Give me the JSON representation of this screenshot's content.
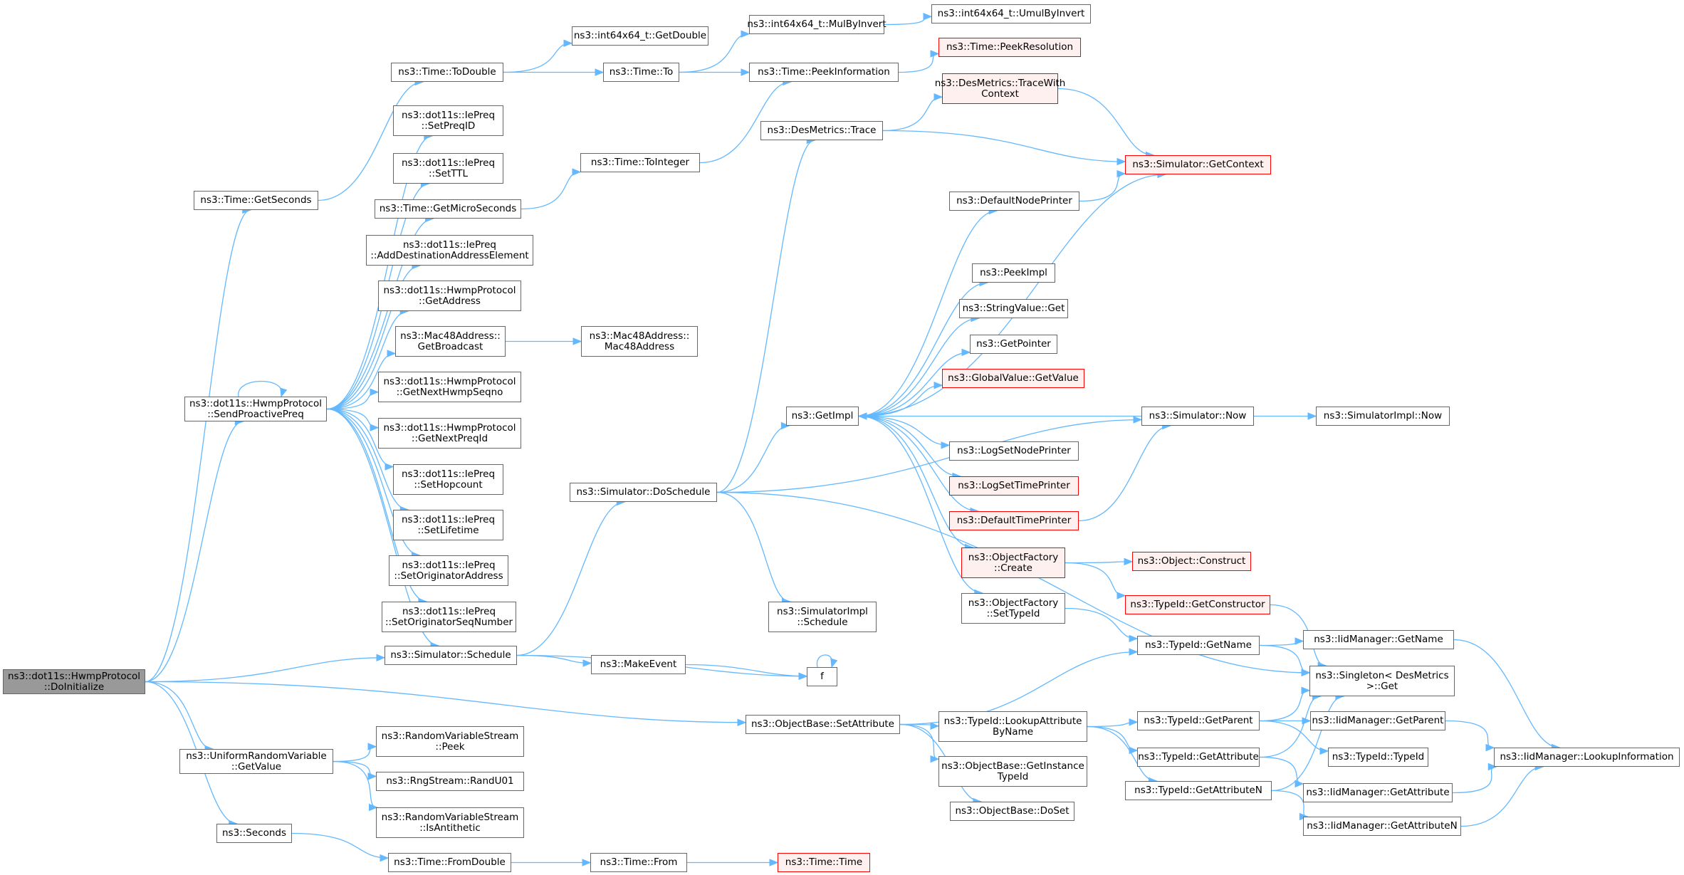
{
  "colors": {
    "edge": "#63b8ff",
    "node_border": "#666666",
    "start_fill": "#999999",
    "truncated_border": "#ff0000",
    "truncated_fill": "#fff0f0"
  },
  "nodes": {
    "n1": {
      "label": "ns3::dot11s::HwmpProtocol\n::DoInitialize",
      "style": "start"
    },
    "n2": {
      "label": "ns3::Time::GetSeconds",
      "style": "normal"
    },
    "n3": {
      "label": "ns3::dot11s::HwmpProtocol\n::SendProactivePreq",
      "style": "normal"
    },
    "n4": {
      "label": "ns3::UniformRandomVariable\n::GetValue",
      "style": "normal"
    },
    "n5": {
      "label": "ns3::Seconds",
      "style": "normal"
    },
    "n6": {
      "label": "ns3::Time::ToDouble",
      "style": "normal"
    },
    "n7": {
      "label": "ns3::dot11s::IePreq\n::SetPreqID",
      "style": "normal"
    },
    "n8": {
      "label": "ns3::dot11s::IePreq\n::SetTTL",
      "style": "normal"
    },
    "n9": {
      "label": "ns3::Time::GetMicroSeconds",
      "style": "normal"
    },
    "n10": {
      "label": "ns3::dot11s::IePreq\n::AddDestinationAddressElement",
      "style": "normal"
    },
    "n11": {
      "label": "ns3::dot11s::HwmpProtocol\n::GetAddress",
      "style": "normal"
    },
    "n12": {
      "label": "ns3::Mac48Address::\nGetBroadcast",
      "style": "normal"
    },
    "n13": {
      "label": "ns3::dot11s::HwmpProtocol\n::GetNextHwmpSeqno",
      "style": "normal"
    },
    "n14": {
      "label": "ns3::dot11s::HwmpProtocol\n::GetNextPreqId",
      "style": "normal"
    },
    "n15": {
      "label": "ns3::dot11s::IePreq\n::SetHopcount",
      "style": "normal"
    },
    "n16": {
      "label": "ns3::dot11s::IePreq\n::SetLifetime",
      "style": "normal"
    },
    "n17": {
      "label": "ns3::dot11s::IePreq\n::SetOriginatorAddress",
      "style": "normal"
    },
    "n18": {
      "label": "ns3::dot11s::IePreq\n::SetOriginatorSeqNumber",
      "style": "normal"
    },
    "n19": {
      "label": "ns3::Simulator::Schedule",
      "style": "normal"
    },
    "n20": {
      "label": "ns3::RandomVariableStream\n::Peek",
      "style": "normal"
    },
    "n21": {
      "label": "ns3::RngStream::RandU01",
      "style": "normal"
    },
    "n22": {
      "label": "ns3::RandomVariableStream\n::IsAntithetic",
      "style": "normal"
    },
    "n23": {
      "label": "ns3::Time::FromDouble",
      "style": "normal"
    },
    "n24": {
      "label": "ns3::int64x64_t::GetDouble",
      "style": "normal"
    },
    "n25": {
      "label": "ns3::Time::To",
      "style": "normal"
    },
    "n26": {
      "label": "ns3::Time::ToInteger",
      "style": "normal"
    },
    "n27": {
      "label": "ns3::Mac48Address::\nMac48Address",
      "style": "normal"
    },
    "n28": {
      "label": "ns3::Simulator::DoSchedule",
      "style": "normal"
    },
    "n29": {
      "label": "ns3::MakeEvent",
      "style": "normal"
    },
    "n30": {
      "label": "f",
      "style": "normal"
    },
    "n31": {
      "label": "ns3::Time::From",
      "style": "normal"
    },
    "n32": {
      "label": "ns3::int64x64_t::MulByInvert",
      "style": "normal"
    },
    "n33": {
      "label": "ns3::Time::PeekInformation",
      "style": "normal"
    },
    "n34": {
      "label": "ns3::DesMetrics::Trace",
      "style": "normal"
    },
    "n35": {
      "label": "ns3::GetImpl",
      "style": "normal"
    },
    "n36": {
      "label": "ns3::SimulatorImpl\n::Schedule",
      "style": "normal"
    },
    "n37": {
      "label": "ns3::Time::Time",
      "style": "truncated"
    },
    "n38": {
      "label": "ns3::ObjectBase::SetAttribute",
      "style": "normal"
    },
    "n39": {
      "label": "ns3::int64x64_t::UmulByInvert",
      "style": "normal"
    },
    "n40": {
      "label": "ns3::Time::PeekResolution",
      "style": "truncated"
    },
    "n41": {
      "label": "ns3::DesMetrics::TraceWith\nContext",
      "style": "truncated"
    },
    "n42": {
      "label": "ns3::Simulator::GetContext",
      "style": "truncated"
    },
    "n43": {
      "label": "ns3::DefaultNodePrinter",
      "style": "normal"
    },
    "n44": {
      "label": "ns3::PeekImpl",
      "style": "normal"
    },
    "n45": {
      "label": "ns3::StringValue::Get",
      "style": "normal"
    },
    "n46": {
      "label": "ns3::GetPointer",
      "style": "normal"
    },
    "n47": {
      "label": "ns3::GlobalValue::GetValue",
      "style": "truncated"
    },
    "n48": {
      "label": "ns3::LogSetNodePrinter",
      "style": "normal"
    },
    "n49": {
      "label": "ns3::LogSetTimePrinter",
      "style": "truncated"
    },
    "n50": {
      "label": "ns3::DefaultTimePrinter",
      "style": "truncated"
    },
    "n51": {
      "label": "ns3::ObjectFactory\n::Create",
      "style": "truncated"
    },
    "n52": {
      "label": "ns3::ObjectFactory\n::SetTypeId",
      "style": "normal"
    },
    "n53": {
      "label": "ns3::Simulator::Now",
      "style": "normal"
    },
    "n54": {
      "label": "ns3::Object::Construct",
      "style": "truncated"
    },
    "n55": {
      "label": "ns3::TypeId::GetConstructor",
      "style": "truncated"
    },
    "n56": {
      "label": "ns3::TypeId::GetName",
      "style": "normal"
    },
    "n57": {
      "label": "ns3::Singleton< DesMetrics\n>::Get",
      "style": "normal"
    },
    "n58": {
      "label": "ns3::TypeId::LookupAttribute\nByName",
      "style": "normal"
    },
    "n59": {
      "label": "ns3::ObjectBase::GetInstance\nTypeId",
      "style": "normal"
    },
    "n60": {
      "label": "ns3::ObjectBase::DoSet",
      "style": "normal"
    },
    "n61": {
      "label": "ns3::TypeId::GetParent",
      "style": "normal"
    },
    "n62": {
      "label": "ns3::TypeId::GetAttribute",
      "style": "normal"
    },
    "n63": {
      "label": "ns3::TypeId::GetAttributeN",
      "style": "normal"
    },
    "n64": {
      "label": "ns3::SimulatorImpl::Now",
      "style": "normal"
    },
    "n65": {
      "label": "ns3::IidManager::GetName",
      "style": "normal"
    },
    "n66": {
      "label": "ns3::IidManager::GetParent",
      "style": "normal"
    },
    "n67": {
      "label": "ns3::TypeId::TypeId",
      "style": "normal"
    },
    "n68": {
      "label": "ns3::IidManager::GetAttribute",
      "style": "normal"
    },
    "n69": {
      "label": "ns3::IidManager::GetAttributeN",
      "style": "normal"
    },
    "n70": {
      "label": "ns3::IidManager::LookupInformation",
      "style": "normal"
    }
  },
  "edges": [
    [
      "n1",
      "n2"
    ],
    [
      "n1",
      "n3"
    ],
    [
      "n1",
      "n19"
    ],
    [
      "n1",
      "n38"
    ],
    [
      "n1",
      "n4"
    ],
    [
      "n1",
      "n5"
    ],
    [
      "n2",
      "n6"
    ],
    [
      "n3",
      "n3"
    ],
    [
      "n3",
      "n7"
    ],
    [
      "n3",
      "n8"
    ],
    [
      "n3",
      "n9"
    ],
    [
      "n3",
      "n10"
    ],
    [
      "n3",
      "n11"
    ],
    [
      "n3",
      "n12"
    ],
    [
      "n3",
      "n13"
    ],
    [
      "n3",
      "n14"
    ],
    [
      "n3",
      "n15"
    ],
    [
      "n3",
      "n16"
    ],
    [
      "n3",
      "n17"
    ],
    [
      "n3",
      "n18"
    ],
    [
      "n3",
      "n19"
    ],
    [
      "n4",
      "n20"
    ],
    [
      "n4",
      "n21"
    ],
    [
      "n4",
      "n22"
    ],
    [
      "n5",
      "n23"
    ],
    [
      "n6",
      "n24"
    ],
    [
      "n6",
      "n25"
    ],
    [
      "n9",
      "n26"
    ],
    [
      "n12",
      "n27"
    ],
    [
      "n19",
      "n28"
    ],
    [
      "n19",
      "n29"
    ],
    [
      "n19",
      "n30"
    ],
    [
      "n23",
      "n31"
    ],
    [
      "n25",
      "n32"
    ],
    [
      "n25",
      "n33"
    ],
    [
      "n26",
      "n33"
    ],
    [
      "n28",
      "n34"
    ],
    [
      "n28",
      "n35"
    ],
    [
      "n28",
      "n53"
    ],
    [
      "n28",
      "n36"
    ],
    [
      "n28",
      "n57"
    ],
    [
      "n29",
      "n30"
    ],
    [
      "n30",
      "n30"
    ],
    [
      "n31",
      "n37"
    ],
    [
      "n32",
      "n39"
    ],
    [
      "n33",
      "n40"
    ],
    [
      "n34",
      "n41"
    ],
    [
      "n34",
      "n42"
    ],
    [
      "n35",
      "n43"
    ],
    [
      "n35",
      "n42"
    ],
    [
      "n35",
      "n44"
    ],
    [
      "n35",
      "n45"
    ],
    [
      "n35",
      "n46"
    ],
    [
      "n35",
      "n47"
    ],
    [
      "n35",
      "n48"
    ],
    [
      "n35",
      "n49"
    ],
    [
      "n35",
      "n50"
    ],
    [
      "n35",
      "n51"
    ],
    [
      "n35",
      "n52"
    ],
    [
      "n41",
      "n42"
    ],
    [
      "n43",
      "n42"
    ],
    [
      "n50",
      "n53"
    ],
    [
      "n51",
      "n54"
    ],
    [
      "n51",
      "n55"
    ],
    [
      "n52",
      "n56"
    ],
    [
      "n53",
      "n35"
    ],
    [
      "n53",
      "n64"
    ],
    [
      "n55",
      "n57"
    ],
    [
      "n38",
      "n56"
    ],
    [
      "n38",
      "n58"
    ],
    [
      "n38",
      "n59"
    ],
    [
      "n38",
      "n60"
    ],
    [
      "n56",
      "n65"
    ],
    [
      "n56",
      "n57"
    ],
    [
      "n58",
      "n61"
    ],
    [
      "n58",
      "n62"
    ],
    [
      "n58",
      "n63"
    ],
    [
      "n61",
      "n57"
    ],
    [
      "n61",
      "n66"
    ],
    [
      "n61",
      "n67"
    ],
    [
      "n62",
      "n57"
    ],
    [
      "n62",
      "n68"
    ],
    [
      "n63",
      "n57"
    ],
    [
      "n63",
      "n69"
    ],
    [
      "n65",
      "n70"
    ],
    [
      "n66",
      "n70"
    ],
    [
      "n68",
      "n70"
    ],
    [
      "n69",
      "n70"
    ]
  ]
}
